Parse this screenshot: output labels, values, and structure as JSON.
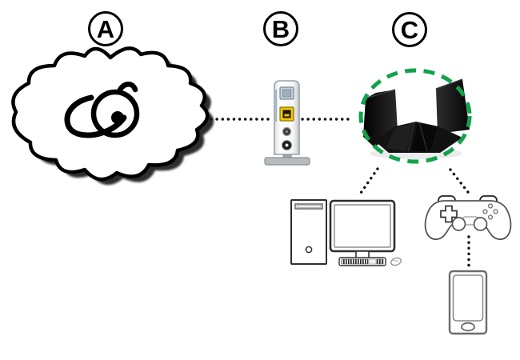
{
  "diagram": {
    "labels": {
      "a": "A",
      "b": "B",
      "c": "C"
    },
    "nodes": [
      {
        "id": "internet-cloud",
        "label": "A",
        "icon": "internet-cloud-icon"
      },
      {
        "id": "modem",
        "label": "B",
        "icon": "modem-icon"
      },
      {
        "id": "wifi-router",
        "label": "C",
        "icon": "wifi-router-icon",
        "highlighted": true
      },
      {
        "id": "desktop-computer",
        "icon": "desktop-computer-icon"
      },
      {
        "id": "game-controller",
        "icon": "game-controller-icon"
      },
      {
        "id": "smartphone",
        "icon": "smartphone-icon"
      }
    ],
    "connections": [
      {
        "from": "internet-cloud",
        "to": "modem",
        "style": "dotted"
      },
      {
        "from": "modem",
        "to": "wifi-router",
        "style": "dotted"
      },
      {
        "from": "wifi-router",
        "to": "desktop-computer",
        "style": "dotted"
      },
      {
        "from": "wifi-router",
        "to": "game-controller",
        "style": "dotted"
      },
      {
        "from": "game-controller",
        "to": "smartphone",
        "style": "dotted"
      }
    ],
    "colors": {
      "highlight_ring": "#12a24b",
      "modem_port_yellow": "#f2c500",
      "modem_port_blue": "#c3ced8",
      "connector_dots": "#111111"
    }
  }
}
